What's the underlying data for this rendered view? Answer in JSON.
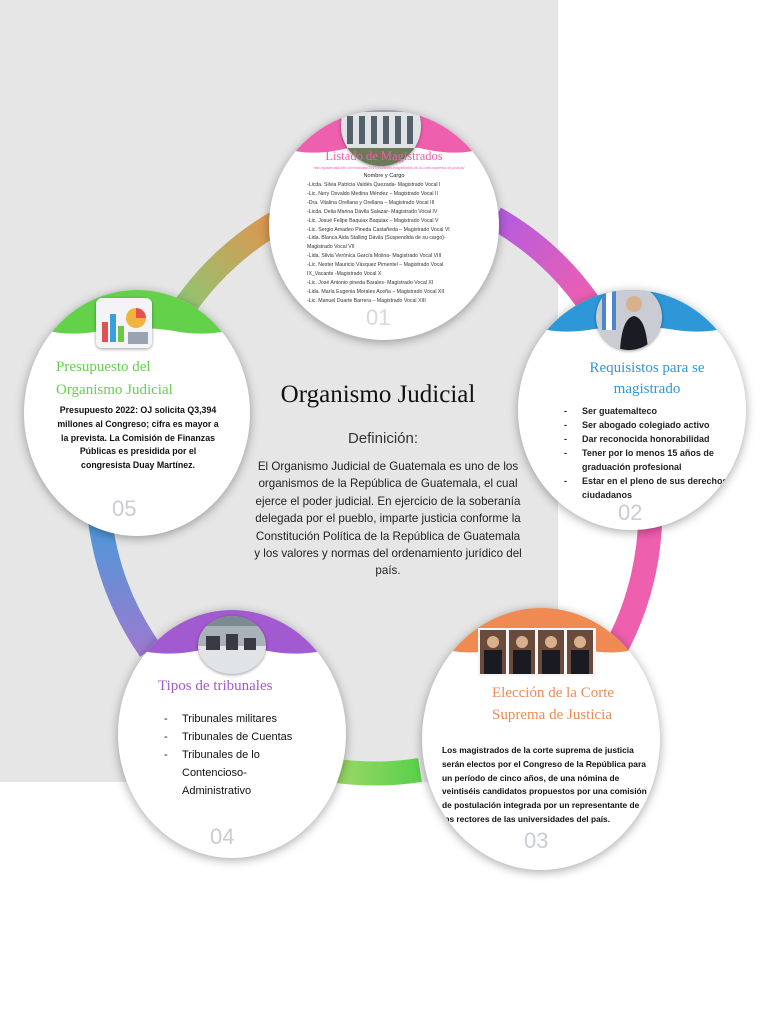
{
  "center": {
    "title": "Organismo Judicial",
    "subtitle": "Definición:",
    "body": "El Organismo Judicial de Guatemala es uno de los organismos de la República de Guatemala, el cual ejerce el poder judicial. En ejercicio de la soberanía delegada por el pueblo, imparte justicia conforme la Constitución Política de la República de Guatemala y los valores y normas del ordenamiento jurídico del país."
  },
  "step01": {
    "number": "01",
    "title": "Listado de Magistrados",
    "url": "http://guatemala.bdb.com/noticias/2017/10/26/los-magistrados-de-la-corte-suprema-de-justicia/",
    "subheading": "Nombre y Cargo",
    "items": [
      "-Licda. Silvia Patricia Valdés Quezada- Magistrado Vocal I",
      "-Lic. Nery Osvaldo Medina Méndez – Magistrado Vocal II",
      "-Dra. Vitalina Orellana y Orellana – Magistrado Vocal III",
      "-Licda. Delia Marina Dávila Salazar- Magistrado Vocal IV",
      "-Lic. Josué Felipe Baquiax Baquiax – Magistrado Vocal V",
      "-Lic. Sergio Amadeo Pineda Castañeda – Magistrado Vocal VI",
      "-Lida. Blanca Aida Stalling Dávila (Suspendida de su cargo)- Magistrado Vocal VII",
      "-Lida. Silvia Verónica García Molina- Magistrado Vocal VIII",
      "-Lic. Nester Mauricio Vásquez Pimentel – Magistrado Vocal IX_Vacante -Magistrado Vocal X",
      "-Lic. José Antonio pineda Barales- Magistrado Vocal XI",
      "-Lida. María Eugenia Morales Aceña – Magistrado Vocal XII",
      "-Lic. Manuel Duarte Barrera – Magistrado Vocal XIII"
    ]
  },
  "step02": {
    "number": "02",
    "title": "Requisistos para se magistrado",
    "items": [
      "Ser guatemalteco",
      "Ser abogado colegiado activo",
      "Dar reconocida honorabilidad",
      "Tener por lo menos 15 años de graduación profesional",
      "Estar en el pleno de sus derechos ciudadanos"
    ]
  },
  "step03": {
    "number": "03",
    "title": "Elección de la Corte Suprema de Justicia",
    "body": "Los magistrados de la corte suprema de justicia serán electos por el Congreso de la República para un período de cinco años, de una nómina de veintiséis candidatos propuestos por una comisión de postulación integrada por un representante de los rectores de las universidades del país."
  },
  "step04": {
    "number": "04",
    "title": "Tipos de tribunales",
    "items": [
      "Tribunales militares",
      "Tribunales de Cuentas",
      "Tribunales de lo Contencioso-Administrativo"
    ]
  },
  "step05": {
    "number": "05",
    "title": "Presupuesto del Organismo Judicial",
    "body": "Presupuesto 2022: OJ solicita Q3,394 millones al Congreso; cifra es mayor a la prevista. La Comisión de Finanzas Públicas es presidida por el congresista Duay Martínez."
  },
  "colors": {
    "pink": "#ee5fae",
    "blue": "#2d97d8",
    "orange": "#ee8a52",
    "purple": "#a25ad0",
    "green": "#63d24a",
    "ring_right": "#c45ce0"
  }
}
